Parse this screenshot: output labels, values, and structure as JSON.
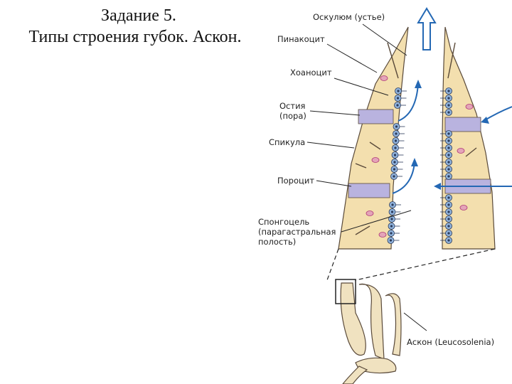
{
  "title": {
    "line1": "Задание 5.",
    "line2": "Типы строения губок. Аскон."
  },
  "labels": {
    "osculum": "Оскулюм (устье)",
    "pinacocyte": "Пинакоцит",
    "choanocyte": "Хоаноцит",
    "ostia_1": "Остия",
    "ostia_2": "(пора)",
    "spicule": "Спикула",
    "porocyte": "Пороцит",
    "spongocoel_1": "Спонгоцель",
    "spongocoel_2": "(парагастральная",
    "spongocoel_3": "полость)",
    "ascon": "Аскон (Leucosolenia)"
  },
  "colors": {
    "wall_fill": "#f3dfae",
    "wall_stroke": "#5a4a3a",
    "choanocyte_fill": "#8fb2dc",
    "porocyte_fill": "#b9b3df",
    "arrow": "#2468b4",
    "nucleus": "#b03a7a"
  },
  "icons": [
    "up-arrow-icon",
    "water-flow-arrow-icon"
  ]
}
